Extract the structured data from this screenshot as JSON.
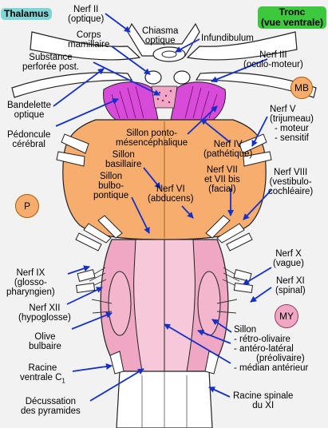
{
  "header": {
    "left_tag": "Thalamus",
    "right_tag": [
      "Tronc",
      "(vue ventrale)"
    ],
    "left_tag_color": "#7fd6d6",
    "right_tag_color": "#3ec83e"
  },
  "colors": {
    "pons": "#f7ad6e",
    "medulla": "#f0a7c4",
    "midbrain": "#d84bd8",
    "background": "#f2f2f2",
    "arrow": "#1530c8"
  },
  "regions": {
    "mb": "MB",
    "p": "P",
    "my": "MY"
  },
  "labels": {
    "nerf2": [
      "Nerf II",
      "(optique)"
    ],
    "chiasma": [
      "Chiasma",
      "optique"
    ],
    "corps_mamillaire": [
      "Corps",
      "mamillaire"
    ],
    "infundibulum": "Infundibulum",
    "substance": [
      "Substance",
      "perforée post."
    ],
    "nerf3": [
      "Nerf III",
      "(oculo-moteur)"
    ],
    "bandelette": [
      "Bandelette",
      "optique"
    ],
    "pedoncule": [
      "Pédoncule",
      "cérébral"
    ],
    "nerf5": [
      "Nerf V",
      "(trijumeau)",
      "- moteur",
      "- sensitif"
    ],
    "sillon_ponto": [
      "Sillon ponto-",
      "mésencéphalique"
    ],
    "nerf4": [
      "Nerf IV",
      "(pathétique)"
    ],
    "sillon_basillaire": [
      "Sillon",
      "basillaire"
    ],
    "nerf7": [
      "Nerf VII",
      "et VII bis",
      "(facial)"
    ],
    "nerf8": [
      "Nerf VIII",
      "(vestibulo-",
      "cochléaire)"
    ],
    "sillon_bulbo": [
      "Sillon",
      "bulbo-",
      "pontique"
    ],
    "nerf6": [
      "Nerf VI",
      "(abducens)"
    ],
    "nerf9": [
      "Nerf IX",
      "(glosso-",
      "pharyngien)"
    ],
    "nerf10": [
      "Nerf X",
      "(vague)"
    ],
    "nerf11": [
      "Nerf XI",
      "(spinal)"
    ],
    "nerf12": [
      "Nerf XII",
      "(hypoglosse)"
    ],
    "olive": [
      "Olive",
      "bulbaire"
    ],
    "sillon_group": [
      "Sillon",
      "- rétro-olivaire",
      "- antéro-latéral",
      "(préolivaire)",
      "- médian antérieur"
    ],
    "racine_c1": [
      "Racine",
      "ventrale C",
      "1"
    ],
    "decussation": [
      "Décussation",
      "des pyramides"
    ],
    "racine_spinale": [
      "Racine spinale",
      "du XI"
    ]
  }
}
